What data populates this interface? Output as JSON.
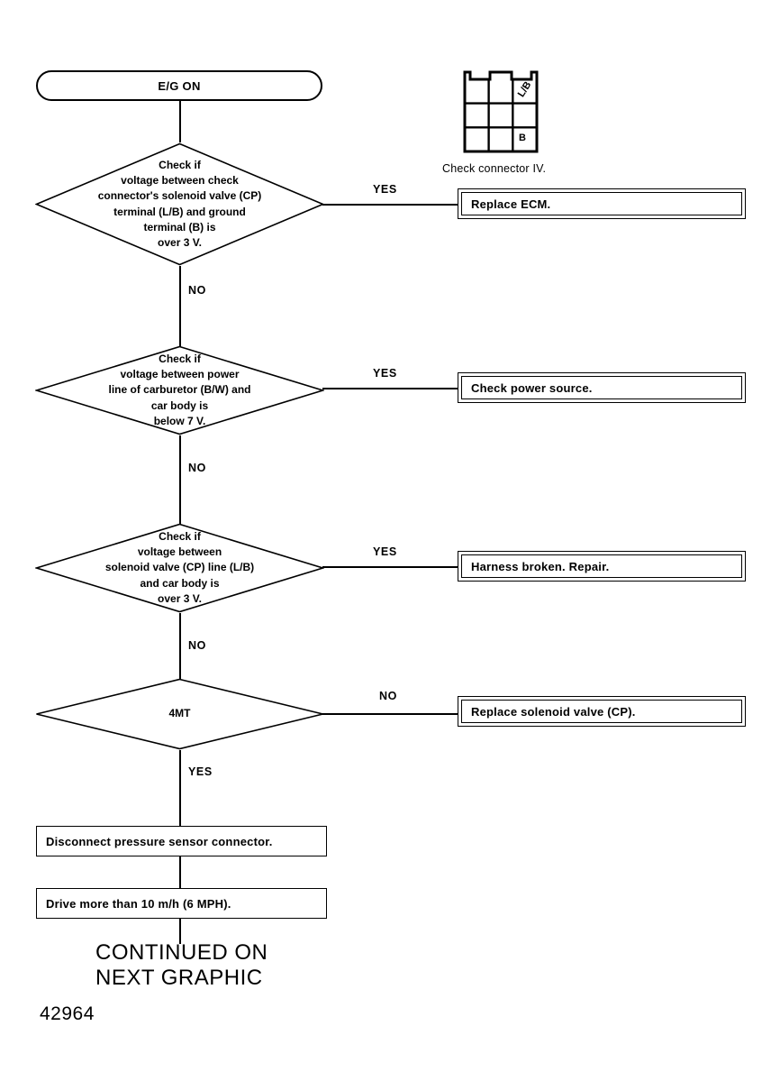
{
  "figure": {
    "number": "42964",
    "continued_text": "CONTINUED ON\nNEXT GRAPHIC"
  },
  "start": {
    "label": "E/G ON"
  },
  "connector_illustration": {
    "caption": "Check connector IV.",
    "pins": [
      {
        "label": "L/B",
        "position": "top-right"
      },
      {
        "label": "B",
        "position": "bottom-right"
      }
    ],
    "rows": 3,
    "columns": 3
  },
  "decisions": [
    {
      "id": "decision-voltage-check-connector",
      "lines": [
        "Check if",
        "voltage between check",
        "connector's solenoid valve (CP)",
        "terminal (L/B) and ground",
        "terminal (B) is",
        "over 3 V."
      ],
      "branch_right": "YES",
      "branch_down": "NO"
    },
    {
      "id": "decision-voltage-carburetor-power-line",
      "lines": [
        "Check if",
        "voltage between power",
        "line of carburetor (B/W) and",
        "car body is",
        "below 7 V."
      ],
      "branch_right": "YES",
      "branch_down": "NO"
    },
    {
      "id": "decision-voltage-solenoid-valve-line",
      "lines": [
        "Check if",
        "voltage between",
        "solenoid valve (CP) line (L/B)",
        "and car body is",
        "over 3 V."
      ],
      "branch_right": "YES",
      "branch_down": "NO"
    },
    {
      "id": "decision-4mt",
      "lines": [
        "4MT"
      ],
      "branch_right": "NO",
      "branch_down": "YES"
    }
  ],
  "actions": [
    {
      "id": "action-replace-ecm",
      "label": "Replace ECM."
    },
    {
      "id": "action-check-power-source",
      "label": "Check power source."
    },
    {
      "id": "action-harness-broken-repair",
      "label": "Harness broken.  Repair."
    },
    {
      "id": "action-replace-solenoid-valve",
      "label": "Replace solenoid valve (CP)."
    }
  ],
  "processes": [
    {
      "id": "process-disconnect-pressure-sensor",
      "label": "Disconnect pressure sensor connector."
    },
    {
      "id": "process-drive-more-than-10mh",
      "label": "Drive more than 10 m/h (6 MPH)."
    }
  ],
  "colors": {
    "ink": "#000000",
    "paper": "#ffffff"
  }
}
